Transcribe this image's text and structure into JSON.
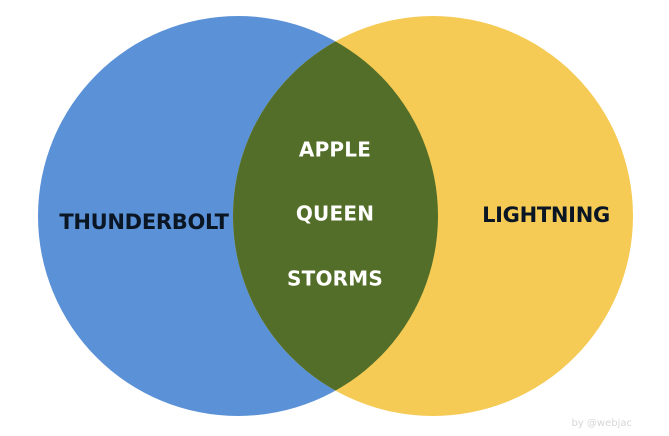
{
  "sets": {
    "left": {
      "label": "THUNDERBOLT",
      "color": "#5b91d6"
    },
    "right": {
      "label": "LIGHTNING",
      "color": "#f5cb56"
    }
  },
  "overlap": {
    "color": "#536e28",
    "items": [
      "APPLE",
      "QUEEN",
      "STORMS"
    ]
  },
  "credit": "by @webjac"
}
